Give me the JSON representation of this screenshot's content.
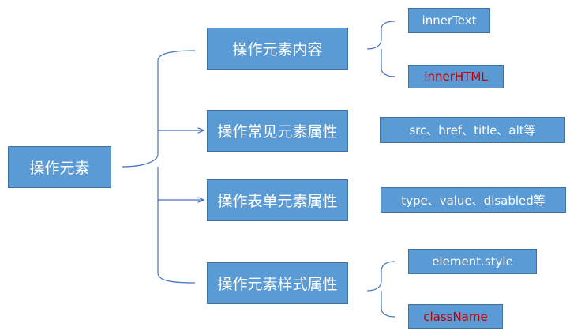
{
  "root": {
    "label": "操作元素"
  },
  "branches": [
    {
      "label": "操作元素内容"
    },
    {
      "label": "操作常见元素属性"
    },
    {
      "label": "操作表单元素属性"
    },
    {
      "label": "操作元素样式属性"
    }
  ],
  "leaves": {
    "content": [
      "innerText",
      "innerHTML"
    ],
    "common_attrs": "src、href、title、alt等",
    "form_attrs": "type、value、disabled等",
    "style": [
      "element.style",
      "className"
    ]
  },
  "colors": {
    "box_fill": "#5b9bd5",
    "box_border": "#41719c",
    "connector": "#4472c4",
    "highlight_text": "#c00000"
  }
}
